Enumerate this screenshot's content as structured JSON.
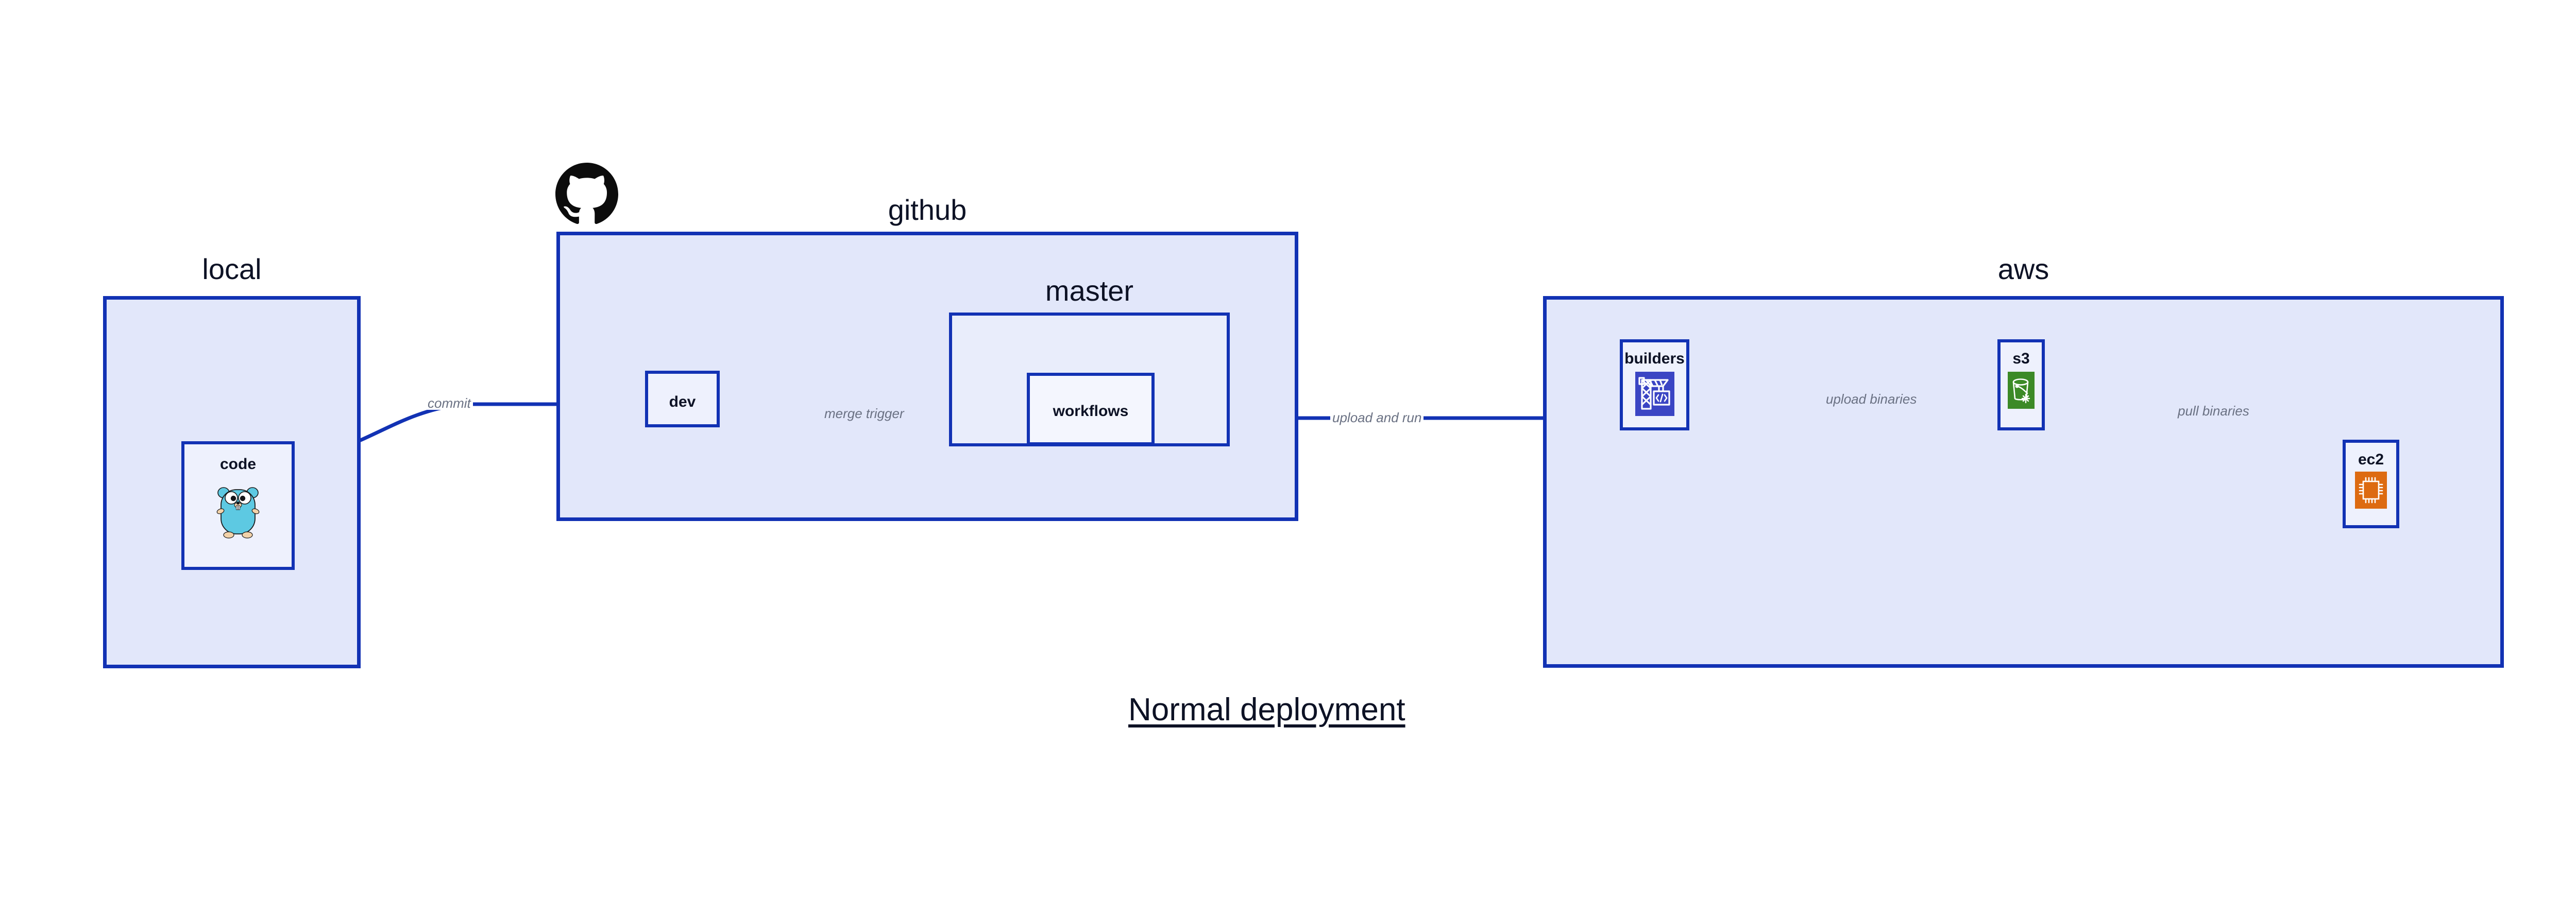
{
  "diagram": {
    "title": "Normal deployment",
    "accent_border": "#1232b4",
    "group_fill": "#e2e7fa",
    "subgroup_fill": "#e9edfb",
    "node_fill": "#eef1fd",
    "label_color": "#0d1225",
    "edge_label_color": "#6a7183",
    "background": "#ffffff"
  },
  "groups": [
    {
      "id": "local",
      "label": "local",
      "nodes": [
        {
          "id": "code",
          "label": "code",
          "icon": "go-gopher-icon"
        }
      ]
    },
    {
      "id": "github",
      "label": "github",
      "logo": "github-octocat-icon",
      "nodes": [
        {
          "id": "dev",
          "label": "dev",
          "icon": ""
        }
      ],
      "subgroups": [
        {
          "id": "master",
          "label": "master",
          "nodes": [
            {
              "id": "workflows",
              "label": "workflows",
              "icon": ""
            }
          ]
        }
      ]
    },
    {
      "id": "aws",
      "label": "aws",
      "nodes": [
        {
          "id": "builders",
          "label": "builders",
          "icon": "crane-code-icon",
          "icon_color": "#3b45c4"
        },
        {
          "id": "s3",
          "label": "s3",
          "icon": "s3-bucket-glacier-icon",
          "icon_color": "#3c8a27"
        },
        {
          "id": "ec2",
          "label": "ec2",
          "icon": "cpu-chip-icon",
          "icon_color": "#dd6b11"
        }
      ]
    }
  ],
  "edges": [
    {
      "id": "commit",
      "from": "code",
      "to": "dev",
      "label": "commit"
    },
    {
      "id": "merge-trigger",
      "from": "dev",
      "to": "workflows",
      "label": "merge trigger"
    },
    {
      "id": "upload-and-run",
      "from": "workflows",
      "to": "builders",
      "label": "upload and run"
    },
    {
      "id": "upload-binaries",
      "from": "builders",
      "to": "s3",
      "label": "upload binaries"
    },
    {
      "id": "pull-binaries",
      "from": "s3",
      "to": "ec2",
      "label": "pull binaries"
    }
  ]
}
